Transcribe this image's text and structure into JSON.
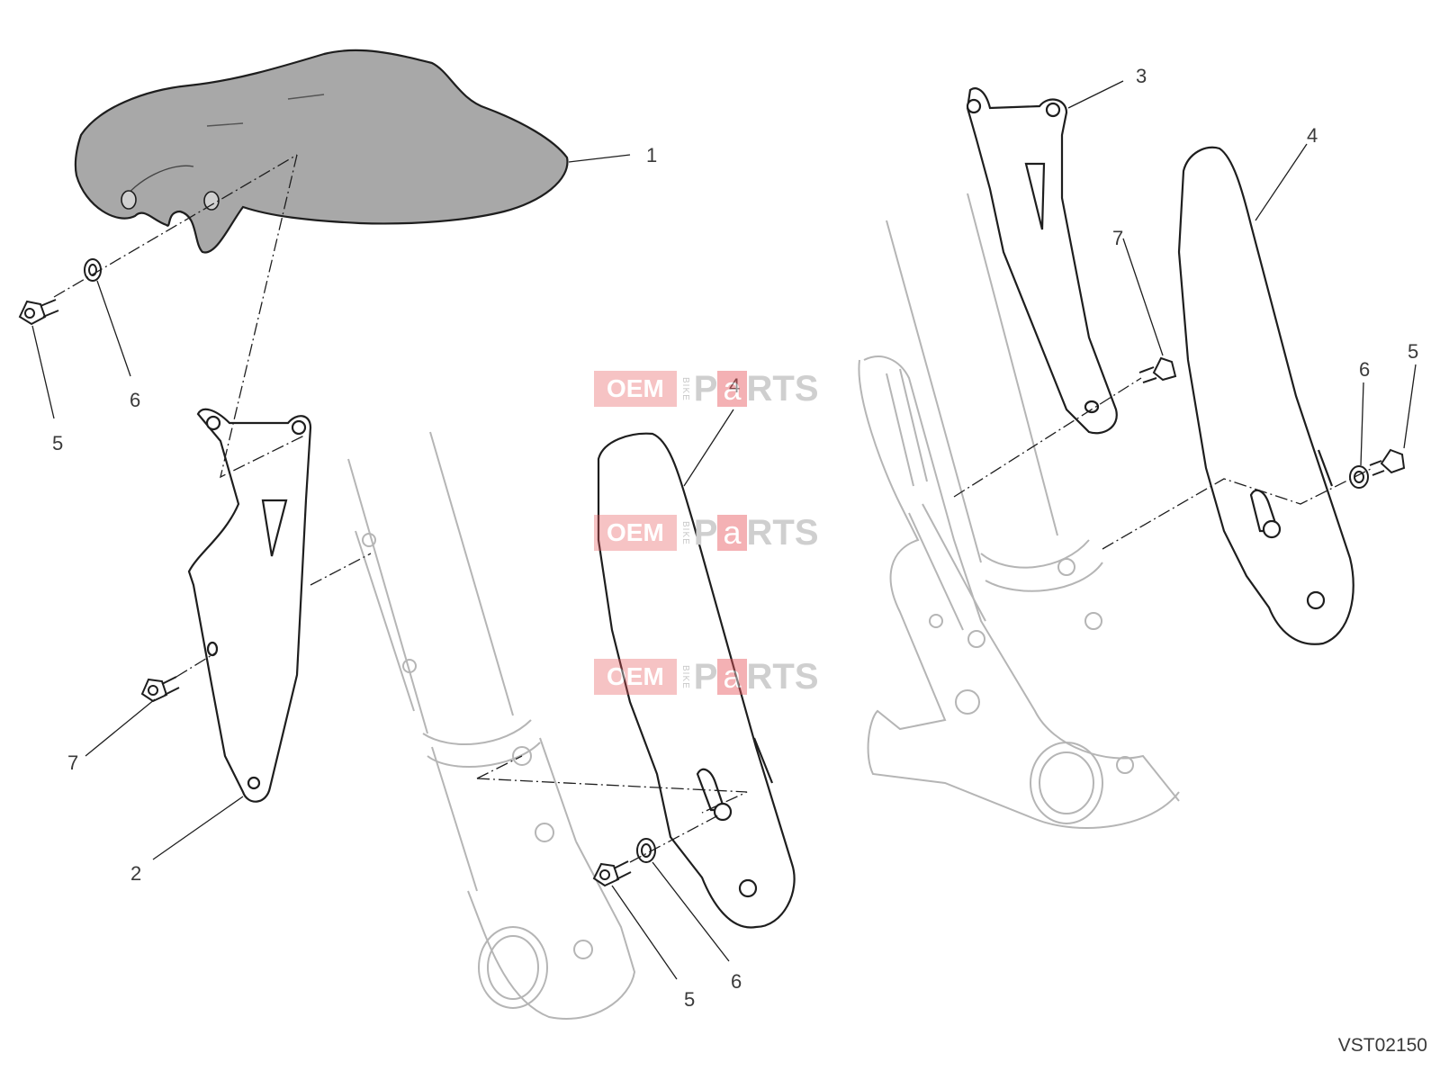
{
  "diagram": {
    "drawing_code": "VST02150",
    "callouts": [
      {
        "id": "c1a",
        "text": "1"
      },
      {
        "id": "c2a",
        "text": "2"
      },
      {
        "id": "c3a",
        "text": "3"
      },
      {
        "id": "c4a",
        "text": "4"
      },
      {
        "id": "c4b",
        "text": "4"
      },
      {
        "id": "c5a",
        "text": "5"
      },
      {
        "id": "c5b",
        "text": "5"
      },
      {
        "id": "c5c",
        "text": "5"
      },
      {
        "id": "c6a",
        "text": "6"
      },
      {
        "id": "c6b",
        "text": "6"
      },
      {
        "id": "c6c",
        "text": "6"
      },
      {
        "id": "c7a",
        "text": "7"
      },
      {
        "id": "c7b",
        "text": "7"
      }
    ]
  },
  "watermark": {
    "brand_left": "OEM",
    "brand_small": "BIKE",
    "brand_right_p": "P",
    "brand_right_a": "a",
    "brand_right_rest": "RTS",
    "accent_color": "#e7555a"
  }
}
